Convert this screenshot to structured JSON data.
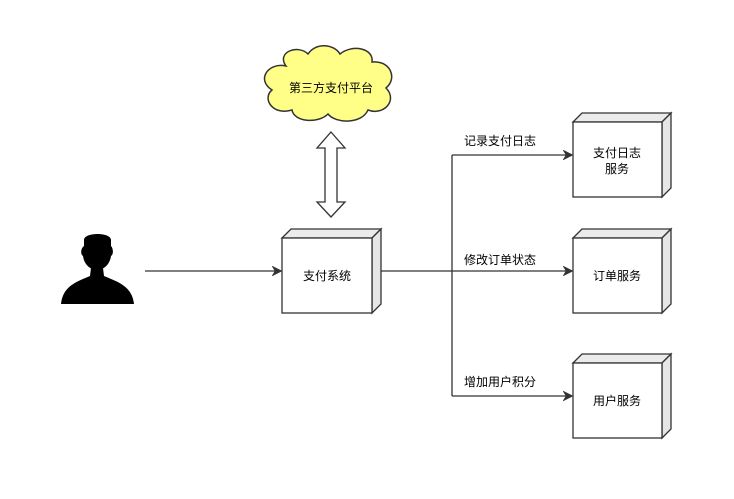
{
  "nodes": {
    "cloud": {
      "label": "第三方支付平台"
    },
    "payment_system": {
      "label": "支付系统"
    },
    "log_service": {
      "label_line1": "支付日志",
      "label_line2": "服务"
    },
    "order_service": {
      "label": "订单服务"
    },
    "user_service": {
      "label": "用户服务"
    }
  },
  "edges": {
    "to_log": {
      "label": "记录支付日志"
    },
    "to_order": {
      "label": "修改订单状态"
    },
    "to_user": {
      "label": "增加用户积分"
    }
  },
  "colors": {
    "cloud_fill": "#ffff88",
    "box_front": "#ffffff",
    "box_side": "#e6e6e6",
    "box_top": "#ebebeb",
    "stroke": "#333333",
    "person": "#000000"
  },
  "icons": {
    "person": "person-icon",
    "cloud": "cloud-shape",
    "double_arrow": "double-arrow-icon"
  }
}
